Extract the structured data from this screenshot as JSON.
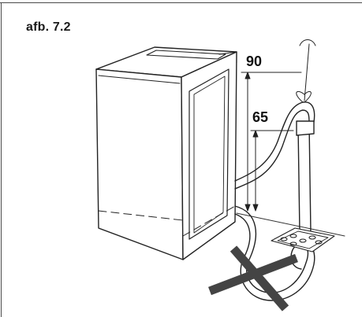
{
  "figure": {
    "caption": "afb. 7.2",
    "dimension_upper": "90",
    "dimension_lower": "65"
  }
}
